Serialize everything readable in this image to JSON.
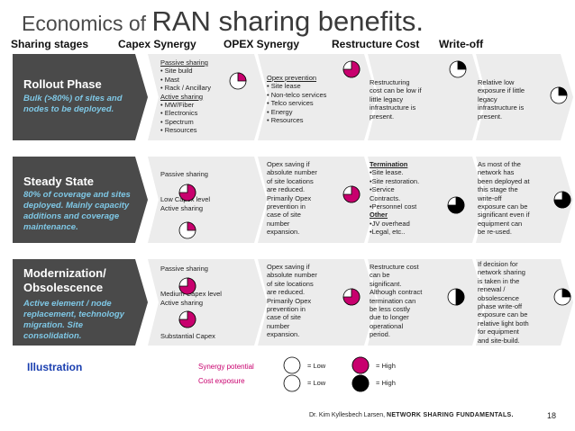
{
  "title": {
    "part1": "Economics of ",
    "part2": "RAN sharing benefits."
  },
  "headers": [
    "Sharing stages",
    "Capex Synergy",
    "OPEX Synergy",
    "Restructure Cost",
    "Write-off"
  ],
  "rows": [
    {
      "stage": "Rollout Phase",
      "stage_sub": "Bulk (>80%) of sites and nodes to be deployed.",
      "capex": [
        "Passive sharing",
        "• Site build",
        "• Mast",
        "• Rack / Ancillary",
        "Active sharing",
        "• MW/Fiber",
        "• Electronics",
        "• Spectrum",
        "• Resources"
      ],
      "opex": [
        "Opex prevention",
        "• Site lease",
        "• Non-telco services",
        "• Telco services",
        "• Energy",
        "• Resources"
      ],
      "restructure": [
        "Restructuring",
        "cost can be low if",
        "little legacy",
        "infrastructure is",
        "present."
      ],
      "writeoff": [
        "Relative low",
        "exposure if little",
        "legacy",
        "infrastructure is",
        "present."
      ],
      "pies": {
        "capex": 0.25,
        "opex": 0.75,
        "restructure": 0.25,
        "writeoff": 0.25
      }
    },
    {
      "stage": "Steady State",
      "stage_sub": "80% of coverage and sites deployed. Mainly capacity additions and coverage maintenance.",
      "capex": [
        "Passive sharing",
        "",
        "",
        "Low Capex level",
        "Active sharing"
      ],
      "opex": [
        "Opex saving if",
        "absolute number",
        "of site locations",
        "are reduced.",
        "Primarily Opex",
        "prevention in",
        "case of site",
        "number",
        "expansion."
      ],
      "restructure": [
        "Termination",
        "•Site lease.",
        "•Site restoration.",
        "•Service",
        "Contracts.",
        "•Personnel cost",
        "Other",
        "•JV overhead",
        "•Legal, etc.."
      ],
      "writeoff": [
        "As most of the",
        "network has",
        "been deployed at",
        "this    stage the",
        "write-off",
        "exposure can be",
        "significant even if",
        "equipment can",
        "be re-used."
      ],
      "pies": {
        "capex_passive": 0.75,
        "capex_active": 0.25,
        "opex": 0.75,
        "restructure": 0.75,
        "writeoff": 0.75
      }
    },
    {
      "stage": "Modernization/ Obsolescence",
      "stage_sub": "Active element / node replacement, technology migration. Site consolidation.",
      "capex": [
        "Passive sharing",
        "",
        "",
        "Medium Capex level",
        "Active sharing",
        "",
        "",
        "",
        "Substantial Capex"
      ],
      "opex": [
        "Opex saving if",
        "absolute number",
        "of site locations",
        "are reduced.",
        "Primarily Opex",
        "prevention in",
        "case of site",
        "number",
        "expansion."
      ],
      "restructure": [
        "Restructure cost",
        "can be",
        "significant.",
        "Although contract",
        "termination can",
        "be less costly",
        "due to longer",
        "operational",
        "period."
      ],
      "writeoff": [
        "If decision for",
        "network sharing",
        "is taken in   the",
        "renewal /",
        "obsolescence",
        "phase write-off",
        "exposure can be",
        "relative light both",
        "for equipment",
        "and site-build."
      ],
      "pies": {
        "capex_passive": 0.75,
        "capex_active": 0.75,
        "opex": 0.75,
        "restructure": 0.5,
        "writeoff": 0.25
      }
    }
  ],
  "legend": {
    "illustration": "Illustration",
    "synergy": "Synergy potential",
    "cost": "Cost exposure",
    "low": "= Low",
    "high": "= High"
  },
  "colors": {
    "synergy": "#c8006e",
    "cost": "#000000",
    "stage_bg": "#4a4a4a",
    "arrow_bg": "#ececec"
  },
  "footer": {
    "author": "Dr. Kim Kyllesbech Larsen, ",
    "book": "NETWORK SHARING FUNDAMENTALS.",
    "page": "18"
  }
}
